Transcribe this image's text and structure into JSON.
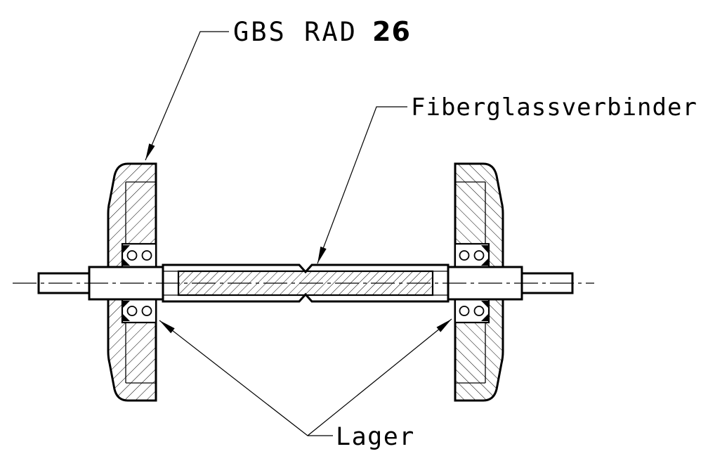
{
  "drawing": {
    "kind": "wheelset-cross-section-technical-drawing",
    "labels": {
      "wheel_name": "GBS RAD",
      "wheel_size": "26",
      "connector": "Fiberglassverbinder",
      "bearing": "Lager"
    },
    "colors": {
      "line": "#000000",
      "background": "#ffffff"
    }
  }
}
